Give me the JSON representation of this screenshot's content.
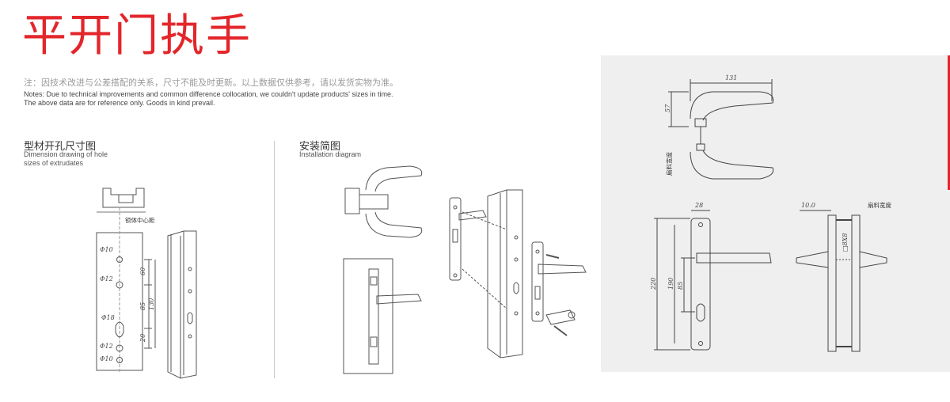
{
  "page": {
    "title": "平开门执手",
    "note_cn": "注：因技术改进与公差搭配的关系，尺寸不能及时更新。以上数据仅供参考，请以发货实物为准。",
    "note_en_1": "Notes: Due to technical improvements and common difference collocation, we couldn't update products' sizes in time.",
    "note_en_2": "The above data are for reference only. Goods in kind prevail."
  },
  "section_dimension": {
    "title": "型材开孔尺寸图",
    "subtitle_1": "Dimension drawing of hole",
    "subtitle_2": "sizes of extrudates",
    "center_label": "锁体中心距",
    "hole_labels": [
      "Φ10",
      "Φ12",
      "Φ18",
      "Φ12",
      "Φ10"
    ],
    "dims": [
      "60",
      "85",
      "130",
      "20"
    ]
  },
  "section_install": {
    "title": "安装简图",
    "subtitle": "Installation diagram"
  },
  "section_spec": {
    "handle_width": "131",
    "handle_height": "57",
    "leaf_width_label": "扇料宽度",
    "plate_width": "28",
    "overall_length": "220",
    "spindle_to_lock": "190",
    "cylinder_offset": "85",
    "side_offset": "10.0",
    "side_label": "扇料宽度",
    "spindle_size": "□8X8"
  },
  "colors": {
    "accent": "#e3262b",
    "panel": "#efefef"
  }
}
